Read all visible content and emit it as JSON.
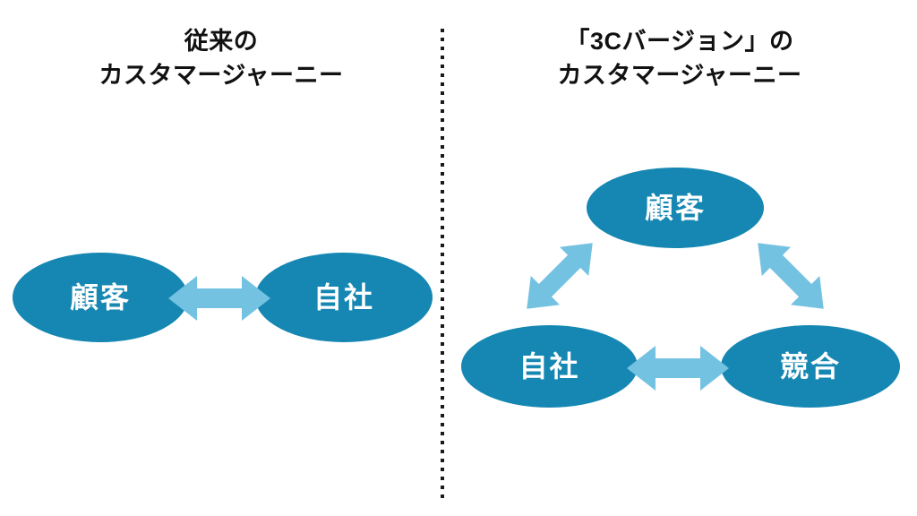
{
  "colors": {
    "background": "#ffffff",
    "ellipse_fill": "#1587b2",
    "arrow_fill": "#74c2e1",
    "text_dark": "#111111",
    "text_on_ellipse": "#ffffff",
    "divider": "#1a1a1a"
  },
  "left_panel": {
    "title_line1": "従来の",
    "title_line2": "カスタマージャーニー",
    "nodes": [
      {
        "id": "customer",
        "label": "顧客"
      },
      {
        "id": "company",
        "label": "自社"
      }
    ],
    "connectors": [
      {
        "id": "customer-company",
        "type": "double-arrow-horizontal",
        "icon": "double-arrow-horizontal-icon"
      }
    ]
  },
  "right_panel": {
    "title_line1": "「3Cバージョン」の",
    "title_line2": "カスタマージャーニー",
    "nodes": [
      {
        "id": "customer",
        "label": "顧客"
      },
      {
        "id": "company",
        "label": "自社"
      },
      {
        "id": "competitor",
        "label": "競合"
      }
    ],
    "connectors": [
      {
        "id": "company-customer",
        "type": "double-arrow-diagonal-up-right",
        "icon": "double-arrow-diagonal-icon"
      },
      {
        "id": "customer-competitor",
        "type": "double-arrow-diagonal-down-right",
        "icon": "double-arrow-diagonal-icon"
      },
      {
        "id": "company-competitor",
        "type": "double-arrow-horizontal",
        "icon": "double-arrow-horizontal-icon"
      }
    ]
  },
  "divider": {
    "style": "dotted-vertical",
    "name": "panel-divider"
  }
}
